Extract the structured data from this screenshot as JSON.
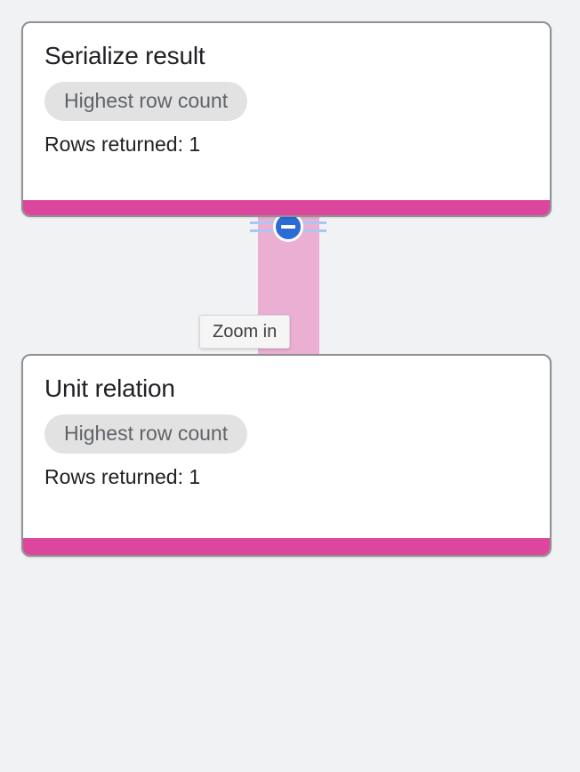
{
  "theme": {
    "page_background": "#f1f2f4",
    "card_background": "#ffffff",
    "card_border": "#8f9194",
    "status_bar_color": "#dc479d",
    "connector_color": "#eaafd2",
    "control_accent": "#2d6bd4",
    "control_rail": "#a9c6f5",
    "chip_background": "#e2e2e2",
    "chip_text": "#5f6368",
    "title_text": "#202124",
    "tooltip_background": "#f5f5f5"
  },
  "nodes": [
    {
      "title": "Serialize result",
      "chip_label": "Highest row count",
      "meta": "Rows returned: 1"
    },
    {
      "title": "Unit relation",
      "chip_label": "Highest row count",
      "meta": "Rows returned: 1"
    }
  ],
  "connector": {
    "control": {
      "icon": "minus-circle-icon",
      "tooltip": "Zoom in"
    }
  }
}
